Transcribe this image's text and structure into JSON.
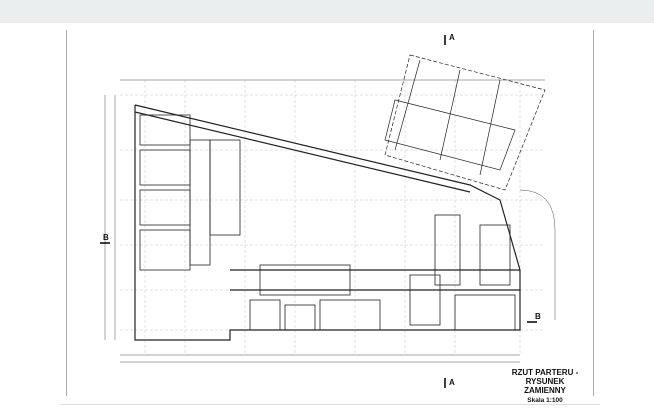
{
  "drawing": {
    "title_line1": "RZUT PARTERU -",
    "title_line2": "RYSUNEK ZAMIENNY",
    "scale": "Skala 1:100",
    "section_markers": {
      "a_top": "A",
      "a_bottom": "A",
      "b_left": "B",
      "b_right": "B"
    }
  }
}
